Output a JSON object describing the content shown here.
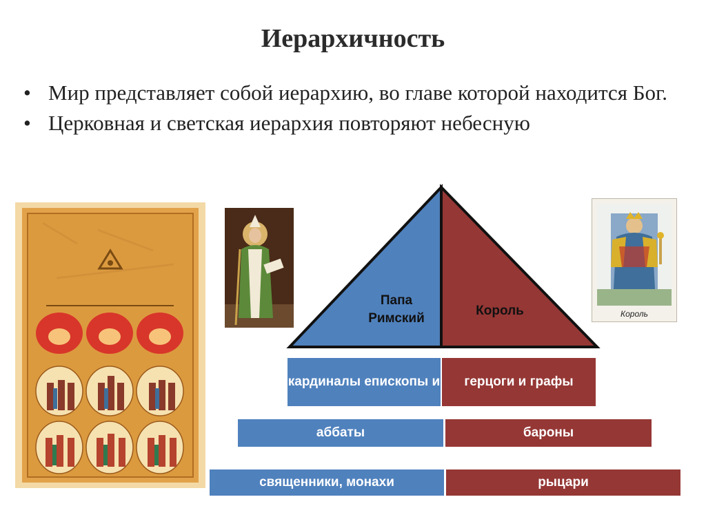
{
  "slide": {
    "title": "Иерархичность",
    "bullets": [
      "Мир представляет собой иерархию, во главе которой находится Бог.",
      "Церковная и светская иерархия повторяют небесную"
    ],
    "bullet_char": "•"
  },
  "pyramid": {
    "church_top": "Папа Римский",
    "secular_top": "Король",
    "levels": [
      {
        "church": "кардиналы епископы и",
        "secular": "герцоги и графы"
      },
      {
        "church": "аббаты",
        "secular": "бароны"
      },
      {
        "church": "священники, монахи",
        "secular": "рыцари"
      }
    ]
  },
  "images": {
    "king_card_caption": "Король"
  },
  "colors": {
    "church": "#4f81bd",
    "secular": "#953735"
  }
}
